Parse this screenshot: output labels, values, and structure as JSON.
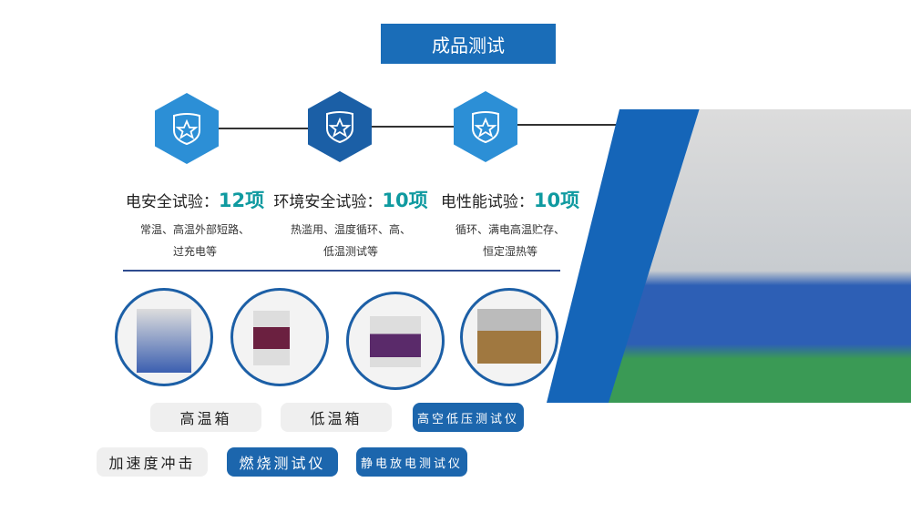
{
  "title": "成品测试",
  "categories": [
    {
      "name": "电安全试验：",
      "count": "12项",
      "desc1": "常温、高温外部短路、",
      "desc2": "过充电等"
    },
    {
      "name": "环境安全试验：",
      "count": "10项",
      "desc1": "热滥用、温度循环、高、",
      "desc2": "低温测试等"
    },
    {
      "name": "电性能试验：",
      "count": "10项",
      "desc1": "循环、满电高温贮存、",
      "desc2": "恒定湿热等"
    }
  ],
  "buttons": [
    "高温箱",
    "低温箱",
    "高空低压测试仪",
    "加速度冲击",
    "燃烧测试仪",
    "静电放电测试仪"
  ],
  "colors": {
    "primary": "#1a6db8",
    "accent": "#0f9aa0"
  }
}
